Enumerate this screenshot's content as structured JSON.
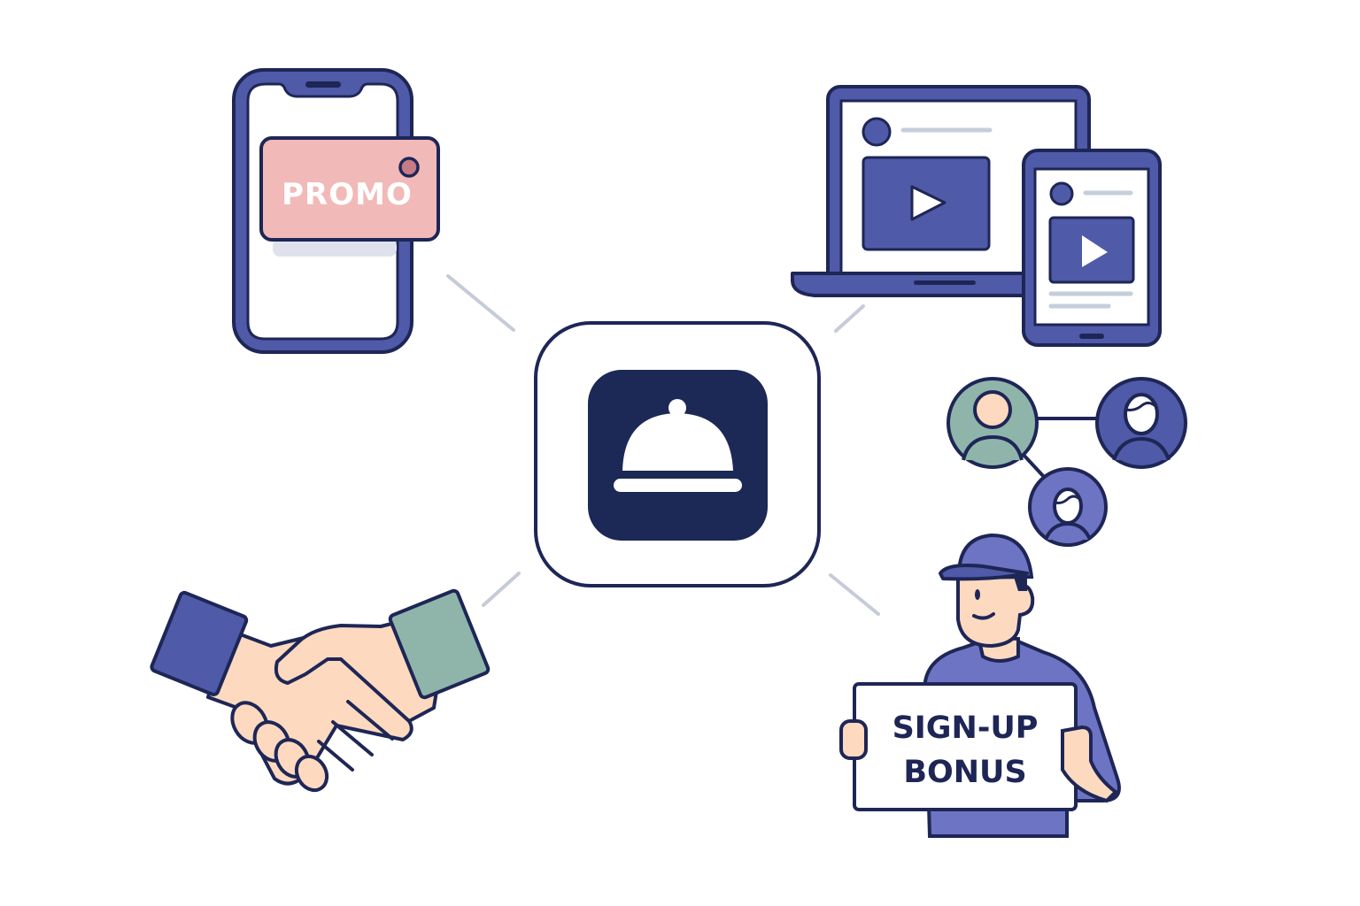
{
  "diagram": {
    "center": {
      "label": "food-delivery-app-icon",
      "icon": "cloche-icon"
    },
    "nodes": [
      {
        "id": "promo",
        "label": "PROMO",
        "description": "Smartphone with promo tag"
      },
      {
        "id": "video-ads",
        "description": "Laptop and tablet showing video ads"
      },
      {
        "id": "referrals",
        "description": "Referral network of users"
      },
      {
        "id": "signup-bonus",
        "label_line1": "SIGN-UP",
        "label_line2": "BONUS",
        "description": "Courier holding sign-up bonus sign"
      },
      {
        "id": "partnerships",
        "description": "Handshake"
      }
    ],
    "colors": {
      "outline": "#1e2656",
      "navy": "#1c2855",
      "indigo": "#4f5aa8",
      "periwinkle": "#6d74c4",
      "teal": "#8fb5ab",
      "skin": "#fcd9bf",
      "promo_pink": "#f1b9b7",
      "promo_dot": "#c57c86",
      "connector": "#c5cbd9",
      "screen_line": "#c5cedb"
    }
  }
}
